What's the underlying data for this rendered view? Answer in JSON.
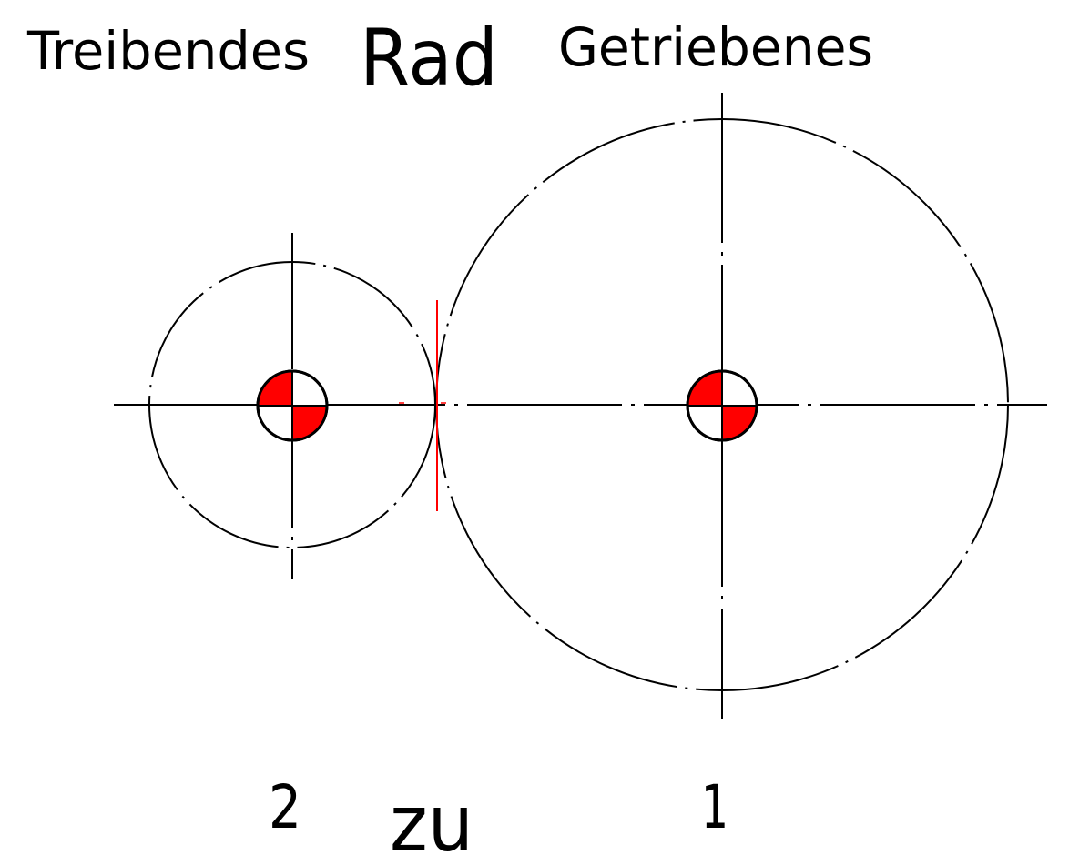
{
  "labels": {
    "driving": "Treibendes",
    "wheel": "Rad",
    "driven": "Getriebenes",
    "ratio_left": "2",
    "ratio_word": "zu",
    "ratio_right": "1"
  },
  "colors": {
    "line": "#000000",
    "accent": "#ff0000",
    "background": "#ffffff"
  }
}
